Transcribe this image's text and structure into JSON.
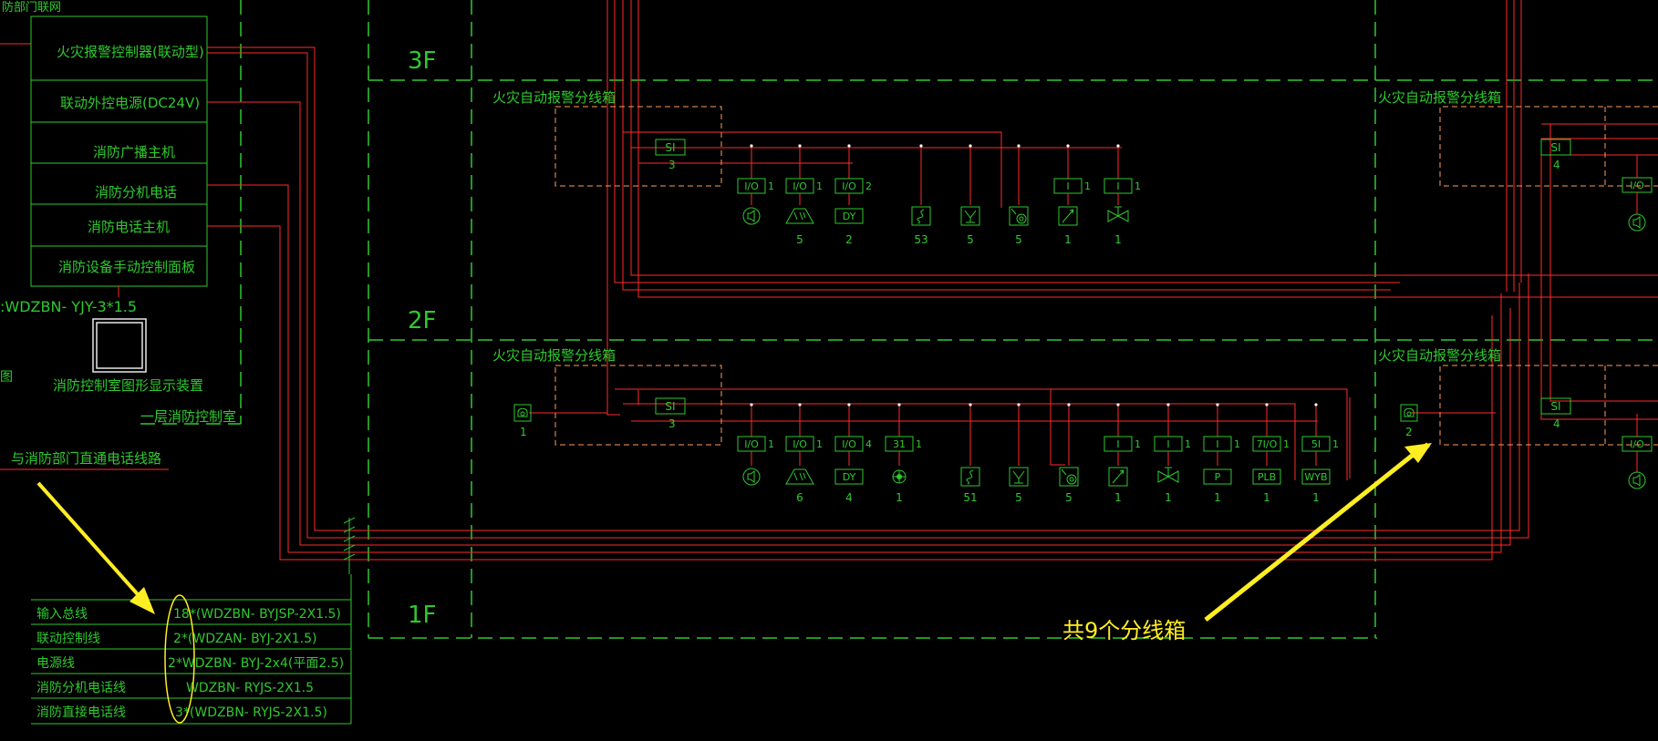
{
  "control_room": {
    "top_cut_label": "防部门联网",
    "rows": [
      "火灾报警控制器(联动型)",
      "联动外控电源(DC24V)",
      "消防广播主机",
      "消防分机电话",
      "消防电话主机",
      "消防设备手动控制面板"
    ],
    "cable_label": ":WDZBN- YJY-3*1.5",
    "display_label": "消防控制室图形显示装置",
    "room_label": "一层消防控制室",
    "left_cut_label": "图",
    "direct_line_label": "与消防部门直通电话线路"
  },
  "floors": [
    "3F",
    "2F",
    "1F"
  ],
  "junction_box_label": "火灾自动报警分线箱",
  "si_label": "SI",
  "floor3": {
    "si_count": "3",
    "items": [
      {
        "tag": "I/O",
        "side": "1",
        "icon": "speaker-icon",
        "count": ""
      },
      {
        "tag": "I/O",
        "side": "1",
        "icon": "strobe-icon",
        "count": "5"
      },
      {
        "tag": "I/O",
        "side": "2",
        "icon": "DY",
        "count": "2"
      },
      {
        "tag": "",
        "side": "",
        "icon": "smoke-detector-icon",
        "count": "53"
      },
      {
        "tag": "",
        "side": "",
        "icon": "heat-detector-icon",
        "count": "5"
      },
      {
        "tag": "",
        "side": "",
        "icon": "manual-alarm-icon",
        "count": "5"
      },
      {
        "tag": "I",
        "side": "1",
        "icon": "flow-switch-icon",
        "count": "1"
      },
      {
        "tag": "I",
        "side": "1",
        "icon": "signal-valve-icon",
        "count": "1"
      }
    ],
    "right_si_count": "4",
    "right_io": "I/O"
  },
  "floor2": {
    "si_count": "3",
    "phone_count": "1",
    "items": [
      {
        "tag": "I/O",
        "side": "1",
        "icon": "speaker-icon",
        "count": ""
      },
      {
        "tag": "I/O",
        "side": "1",
        "icon": "strobe-icon",
        "count": "6"
      },
      {
        "tag": "I/O",
        "side": "4",
        "icon": "DY",
        "count": "4"
      },
      {
        "tag": "31",
        "side": "1",
        "icon": "fire-hydrant-icon",
        "count": "1"
      },
      {
        "tag": "",
        "side": "",
        "icon": "smoke-detector-icon",
        "count": "51"
      },
      {
        "tag": "",
        "side": "",
        "icon": "heat-detector-icon",
        "count": "5"
      },
      {
        "tag": "",
        "side": "",
        "icon": "manual-alarm-icon",
        "count": "5"
      },
      {
        "tag": "I",
        "side": "1",
        "icon": "flow-switch-icon",
        "count": "1"
      },
      {
        "tag": "I",
        "side": "1",
        "icon": "signal-valve-icon",
        "count": "1"
      },
      {
        "tag": "I",
        "side": "1",
        "icon": "P",
        "count": "1"
      },
      {
        "tag": "7I/O",
        "side": "1",
        "icon": "PLB",
        "count": "1"
      },
      {
        "tag": "5I",
        "side": "1",
        "icon": "WYB",
        "count": "1"
      }
    ],
    "right_phone_count": "2",
    "right_si_count": "4",
    "right_io": "I/O"
  },
  "legend": [
    {
      "name": "输入总线",
      "spec": "18*(WDZBN- BYJSP-2X1.5)"
    },
    {
      "name": "联动控制线",
      "spec": "2*(WDZAN- BYJ-2X1.5)"
    },
    {
      "name": "电源线",
      "spec": "2*WDZBN- BYJ-2x4(平面2.5)"
    },
    {
      "name": "消防分机电话线",
      "spec": "WDZBN- RYJS-2X1.5"
    },
    {
      "name": "消防直接电话线",
      "spec": "3*(WDZBN- RYJS-2X1.5)"
    }
  ],
  "annotation": "共9个分线箱",
  "colors": {
    "background": "#000000",
    "green": "#2fc92f",
    "red": "#ff2a2a",
    "orange_dashed": "#ff9b5a",
    "yellow": "#ffee22"
  }
}
